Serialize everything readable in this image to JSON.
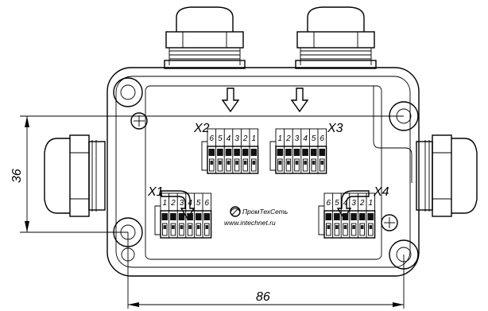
{
  "dimensions": {
    "height_value": "36",
    "width_value": "86"
  },
  "connectors": [
    {
      "id": "X1",
      "label": "X1",
      "pins": [
        "1",
        "2",
        "3",
        "4",
        "5",
        "6"
      ]
    },
    {
      "id": "X2",
      "label": "X2",
      "pins": [
        "6",
        "5",
        "4",
        "3",
        "2",
        "1"
      ]
    },
    {
      "id": "X3",
      "label": "X3",
      "pins": [
        "1",
        "2",
        "3",
        "4",
        "5",
        "6"
      ]
    },
    {
      "id": "X4",
      "label": "X4",
      "pins": [
        "6",
        "5",
        "4",
        "3",
        "2",
        "1"
      ]
    }
  ],
  "brand": {
    "name": "ПромТехСеть",
    "url": "www.intechnet.ru"
  }
}
